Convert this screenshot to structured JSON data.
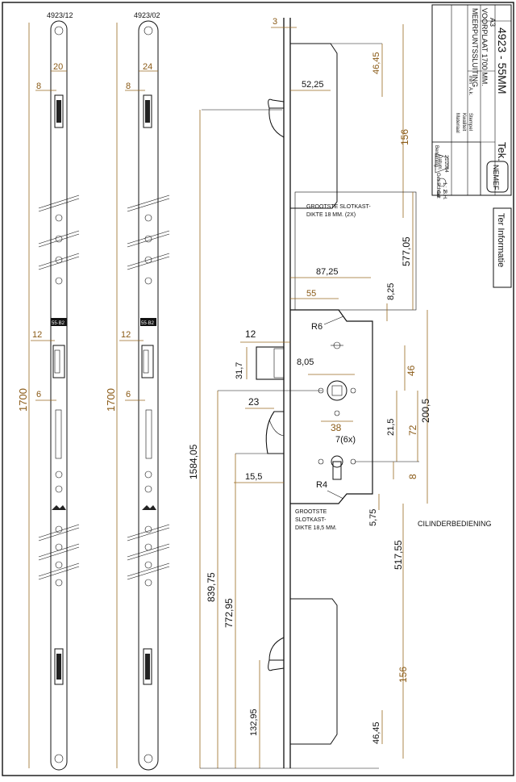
{
  "strips": {
    "left": {
      "code": "4923/12",
      "length": "1700",
      "dim_width": "20",
      "dim_top": "8",
      "dim_mid": "12",
      "dim_low": "6",
      "badge": "55·B2"
    },
    "right": {
      "code": "4923/02",
      "length": "1700",
      "dim_width": "24",
      "dim_top": "8",
      "dim_mid": "12",
      "dim_low": "6",
      "badge": "55·B2"
    }
  },
  "dims": {
    "d3": "3",
    "d46_45_top": "46,45",
    "d52_25": "52,25",
    "d156_top": "156",
    "d577_05": "577,05",
    "d87_25": "87,25",
    "d55": "55",
    "d8_25": "8,25",
    "r6": "R6",
    "d12": "12",
    "d31_7": "31,7",
    "d8_05": "8,05",
    "d46": "46",
    "d200_5": "200,5",
    "d38": "38",
    "d21_5": "21,5",
    "d72": "72",
    "d23": "23",
    "d7_6x": "7(6x)",
    "d15_5": "15,5",
    "d8": "8",
    "r4": "R4",
    "d5_75": "5,75",
    "d517_55": "517,55",
    "d1584_05": "1584,05",
    "d839_75": "839,75",
    "d772_95": "772,95",
    "d156_bot": "156",
    "d132_95": "132,95",
    "d46_45_bot": "46,45"
  },
  "notes": {
    "slotkast_top_1": "GROOTSTE SLOTKAST-",
    "slotkast_top_2": "DIKTE 18 MM. (2X)",
    "slotkast_bot_1": "GROOTSTE",
    "slotkast_bot_2": "SLOTKAST-",
    "slotkast_bot_3": "DIKTE 18,5 MM.",
    "cilinder": "CILINDERBEDIENING"
  },
  "title_block": {
    "title_1": "MEERPUNTSSLUITING",
    "title_2": "VOORPLAAT 1700 MM.",
    "sheet_size": "A3",
    "brand": "NEMEF",
    "drawing_no": "4923 - 55MM",
    "tek": "Tek.",
    "stamp": "Ter Informatie",
    "fields": {
      "benaming": "Benaming :",
      "schaal": "Schaal",
      "schaal_val": "1 : 2",
      "get": "Get",
      "get_val": "B.H.",
      "gez": "Gez",
      "datum": "Datum",
      "datum_val": "21/2004",
      "materiaal": "Materiaal",
      "kwaliteit": "Kwaliteit",
      "stempel": "Stempel",
      "ak": "A.k.",
      "mm": "mm"
    }
  },
  "colors": {
    "dimension": "#8a5a16",
    "line": "#111111",
    "background": "#ffffff"
  }
}
